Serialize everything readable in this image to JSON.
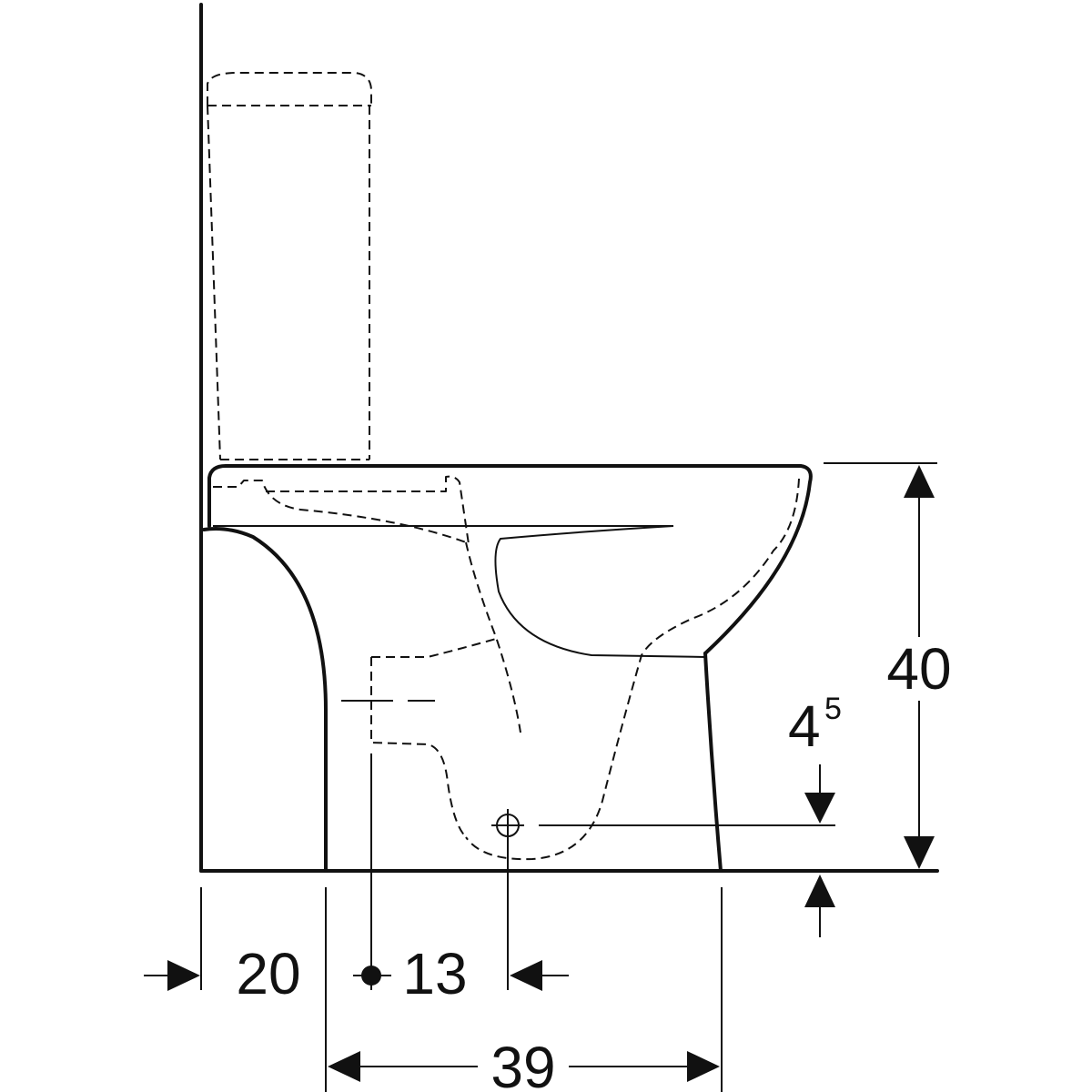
{
  "dimensions": {
    "wall_offset": "20",
    "inlet_offset": "13",
    "pan_depth": "39",
    "height": "40",
    "outlet_height_main": "4",
    "outlet_height_sup": "5"
  },
  "colors": {
    "line": "#111111",
    "background": "#ffffff"
  }
}
